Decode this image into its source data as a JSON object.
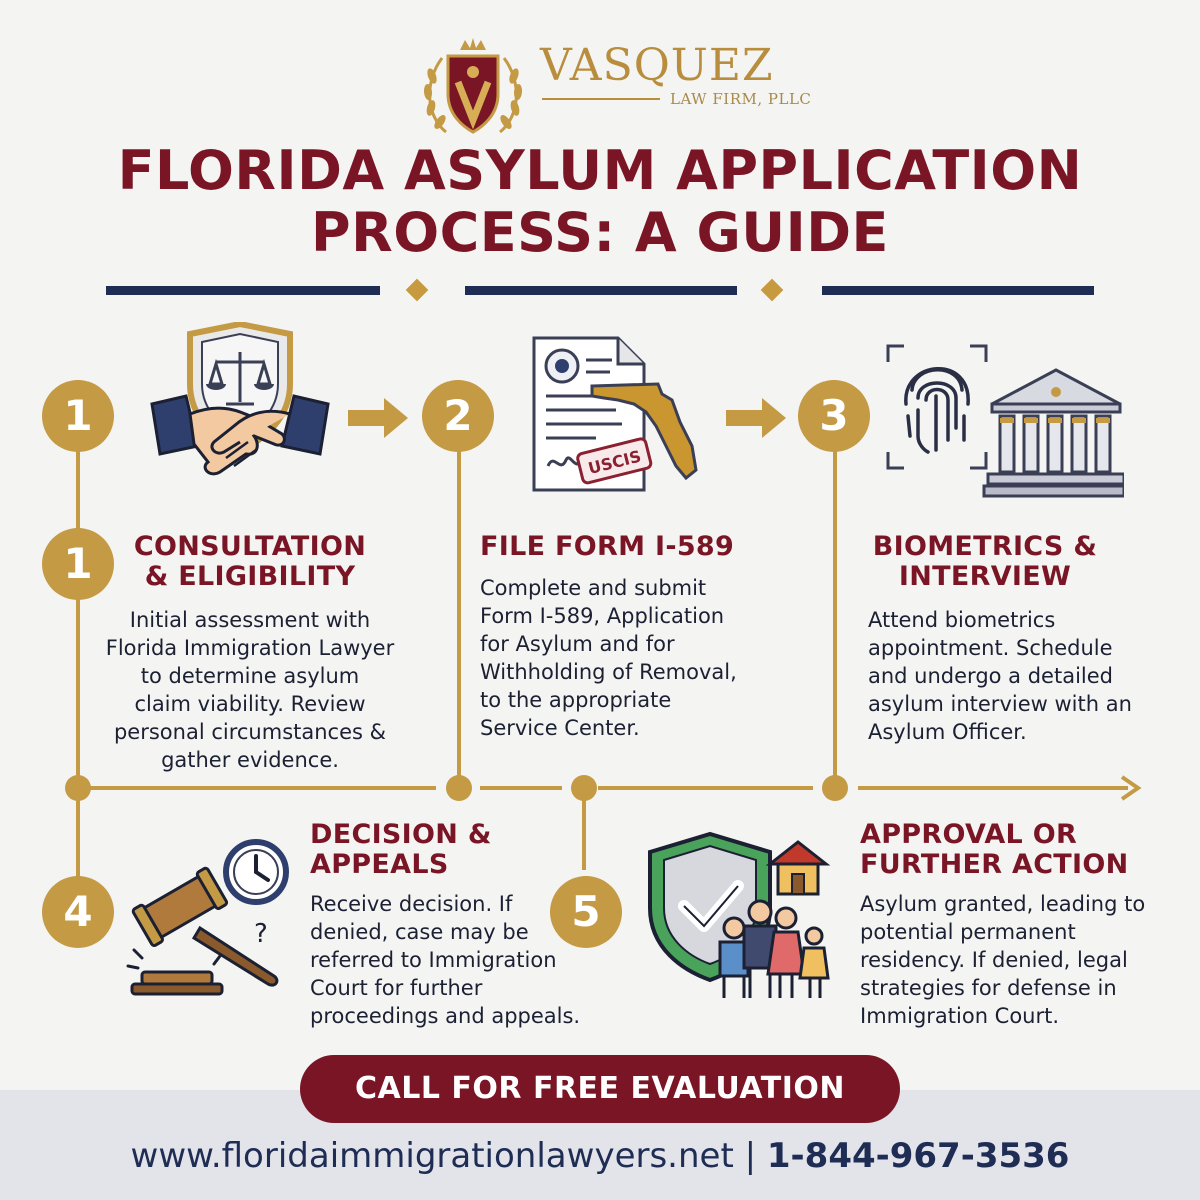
{
  "brand": {
    "name": "VASQUEZ",
    "subtitle": "LAW FIRM, PLLC",
    "crest_letter": "V"
  },
  "title": {
    "line1": "FLORIDA ASYLUM APPLICATION",
    "line2": "PROCESS: A GUIDE"
  },
  "steps": [
    {
      "number": "1",
      "title_line1": "CONSULTATION",
      "title_line2": "& ELIGIBILITY",
      "desc_lines": [
        "Initial assessment with",
        "Florida Immigration Lawyer",
        "to determine asylum",
        "claim viability. Review",
        "personal circumstances &",
        "gather evidence."
      ],
      "icon": "handshake-shield-scales-icon"
    },
    {
      "number": "2",
      "title_line1": "FILE FORM I-589",
      "desc_lines": [
        "Complete and submit",
        "Form I-589, Application",
        "for Asylum and for",
        "Withholding of Removal,",
        "to the appropriate",
        "Service Center."
      ],
      "icon": "document-florida-map-icon",
      "stamp": "USCIS"
    },
    {
      "number": "3",
      "title_line1": "BIOMETRICS &",
      "title_line2": "INTERVIEW",
      "desc_lines": [
        "Attend biometrics",
        "appointment. Schedule",
        "and undergo a detailed",
        "asylum interview with an",
        "Asylum Officer."
      ],
      "icon": "fingerprint-courthouse-icon"
    },
    {
      "number": "4",
      "title_line1": "DECISION &",
      "title_line2": "APPEALS",
      "desc_lines": [
        "Receive decision. If",
        "denied, case may be",
        "referred to Immigration",
        "Court for further",
        "proceedings and appeals."
      ],
      "icon": "gavel-clock-icon"
    },
    {
      "number": "5",
      "title_line1": "APPROVAL OR",
      "title_line2": "FURTHER ACTION",
      "desc_lines": [
        "Asylum granted, leading to",
        "potential permanent",
        "residency. If denied, legal",
        "strategies for defense in",
        "Immigration Court."
      ],
      "icon": "shield-check-family-home-icon"
    }
  ],
  "cta": {
    "label": "CALL FOR FREE EVALUATION"
  },
  "contact": {
    "website": "www.floridaimmigrationlawyers.net",
    "separator": "|",
    "phone": "1-844-967-3536"
  },
  "colors": {
    "maroon": "#7a1526",
    "gold": "#c49a45",
    "navy": "#1f2d55",
    "background": "#f4f4f2"
  }
}
